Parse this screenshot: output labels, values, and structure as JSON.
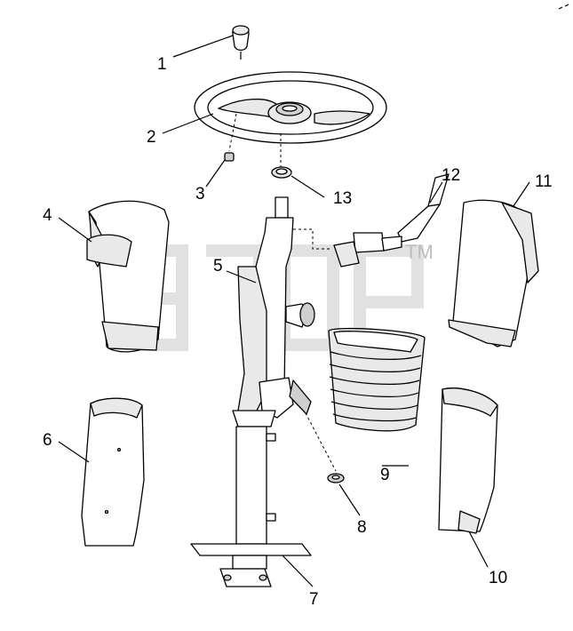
{
  "watermark": {
    "trademark": "TM"
  },
  "callouts": [
    {
      "id": "1",
      "label": "1",
      "part": "knob"
    },
    {
      "id": "2",
      "label": "2",
      "part": "steering-wheel"
    },
    {
      "id": "3",
      "label": "3",
      "part": "nut"
    },
    {
      "id": "4",
      "label": "4",
      "part": "upper-cover"
    },
    {
      "id": "5",
      "label": "5",
      "part": "steering-column"
    },
    {
      "id": "6",
      "label": "6",
      "part": "lower-cover-left"
    },
    {
      "id": "7",
      "label": "7",
      "part": "column-base"
    },
    {
      "id": "8",
      "label": "8",
      "part": "washer"
    },
    {
      "id": "9",
      "label": "9",
      "part": "bellows-boot"
    },
    {
      "id": "10",
      "label": "10",
      "part": "lower-cover-right"
    },
    {
      "id": "11",
      "label": "11",
      "part": "upper-cover-right"
    },
    {
      "id": "12",
      "label": "12",
      "part": "switch-lever"
    },
    {
      "id": "13",
      "label": "13",
      "part": "ring"
    }
  ]
}
